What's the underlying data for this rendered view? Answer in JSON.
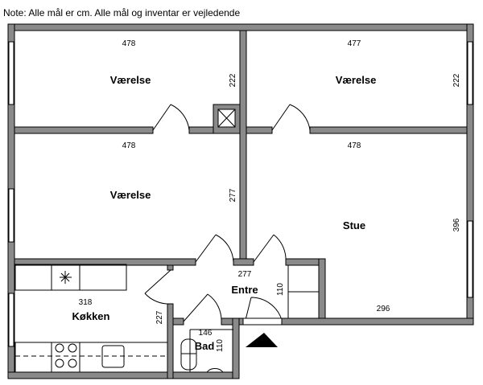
{
  "note": "Note: Alle mål er cm. Alle mål og inventar er vejledende",
  "rooms": {
    "room1": {
      "name": "Værelse",
      "width": "478",
      "depth": "222"
    },
    "room2": {
      "name": "Værelse",
      "width": "477",
      "depth": "222"
    },
    "room3": {
      "name": "Værelse",
      "width": "478",
      "depth": "277"
    },
    "living": {
      "name": "Stue",
      "width": "478",
      "depth": "396",
      "width2": "296"
    },
    "kitchen": {
      "name": "Køkken",
      "width": "318",
      "depth": "227"
    },
    "entry": {
      "name": "Entre",
      "width": "277",
      "depth": "110"
    },
    "bath": {
      "name": "Bad",
      "width": "146",
      "depth": "110"
    }
  }
}
